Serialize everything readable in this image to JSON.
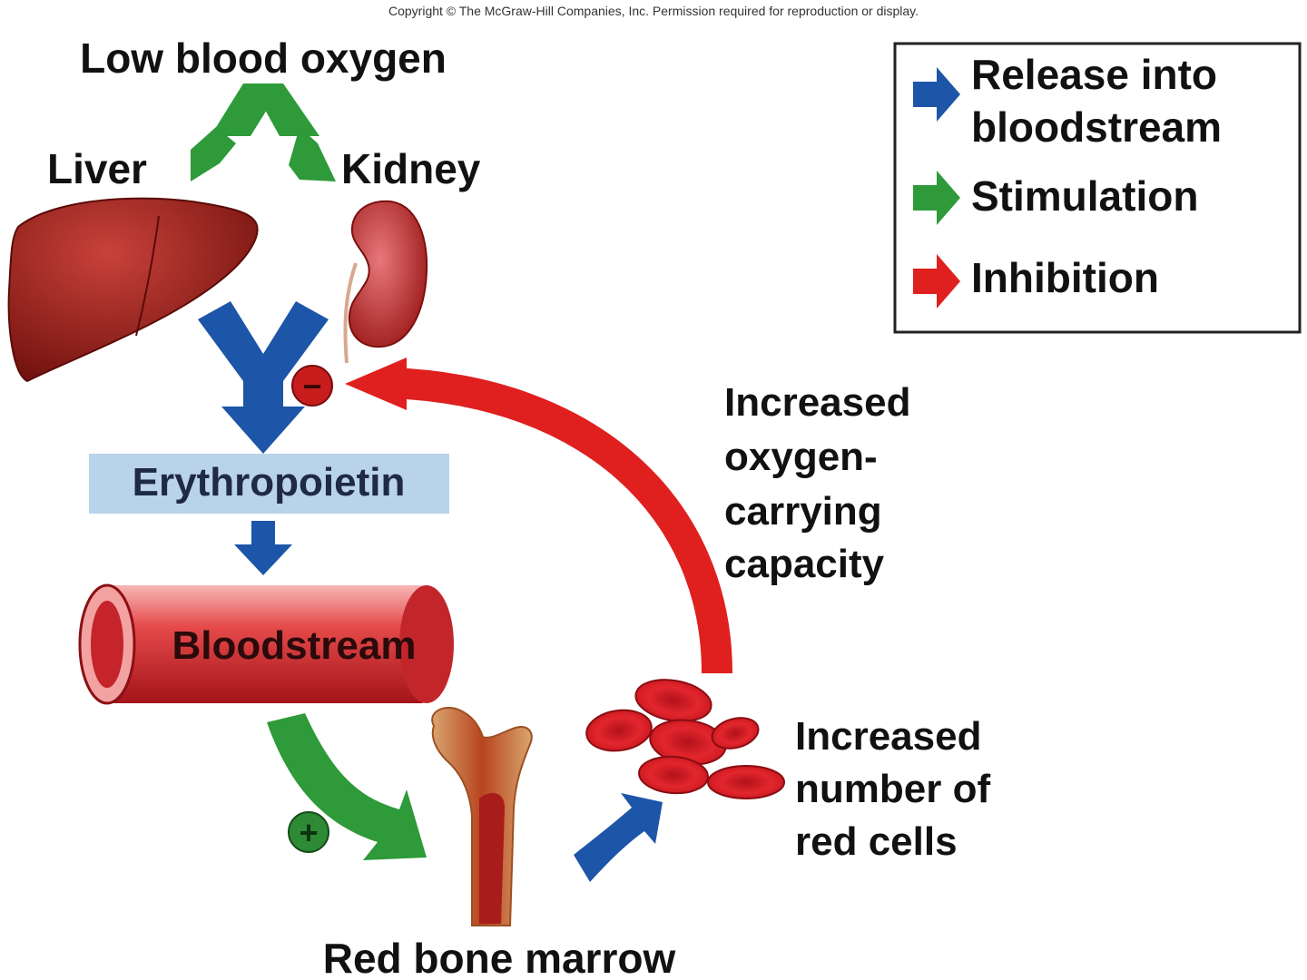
{
  "copyright": "Copyright © The McGraw-Hill Companies, Inc. Permission required for reproduction or display.",
  "labels": {
    "low_blood_oxygen": "Low blood oxygen",
    "liver": "Liver",
    "kidney": "Kidney",
    "erythropoietin": "Erythropoietin",
    "bloodstream": "Bloodstream",
    "red_bone_marrow": "Red bone marrow",
    "increased_capacity": [
      "Increased",
      "oxygen-",
      "carrying",
      "capacity"
    ],
    "increased_red_cells": [
      "Increased",
      "number of",
      "red cells"
    ]
  },
  "legend": {
    "items": [
      {
        "lines": [
          "Release into",
          "bloodstream"
        ],
        "color": "#1d55a8"
      },
      {
        "lines": [
          "Stimulation"
        ],
        "color": "#2e9a3a"
      },
      {
        "lines": [
          "Inhibition"
        ],
        "color": "#e01f1f"
      }
    ]
  },
  "symbols": {
    "inhibit": "−",
    "stimulate": "+"
  },
  "colors": {
    "release": "#1d55a8",
    "stimulation": "#2e9a3a",
    "inhibition": "#e01f1f",
    "epo_box": "#b9d3ea",
    "organ_red": "#9e1b16"
  }
}
